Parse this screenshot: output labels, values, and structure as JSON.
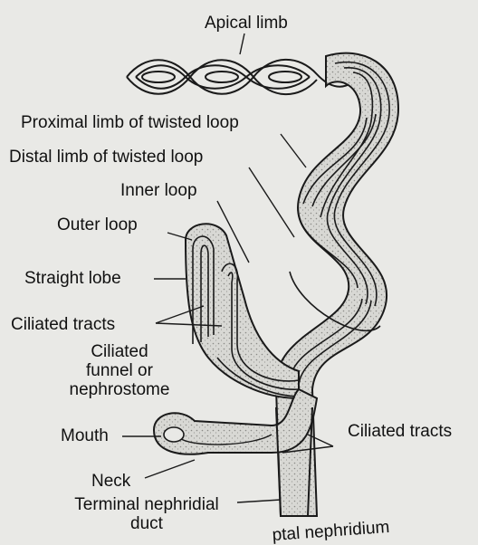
{
  "figure": {
    "labels": {
      "apical_limb": "Apical limb",
      "proximal_limb": "Proximal limb of twisted loop",
      "distal_limb": "Distal limb of twisted loop",
      "inner_loop": "Inner loop",
      "outer_loop": "Outer loop",
      "straight_lobe": "Straight lobe",
      "ciliated_tracts_left": "Ciliated tracts",
      "ciliated_funnel_line1": "Ciliated",
      "ciliated_funnel_line2": "funnel or",
      "ciliated_funnel_line3": "nephrostome",
      "mouth": "Mouth",
      "ciliated_tracts_right": "Ciliated tracts",
      "neck": "Neck",
      "terminal_duct_line1": "Terminal nephridial",
      "terminal_duct_line2": "duct",
      "caption_fragment": "ptal nephridium"
    },
    "colors": {
      "background": "#e9e9e6",
      "stipple": "#cfcfcb",
      "outline": "#1a1a1a"
    }
  }
}
